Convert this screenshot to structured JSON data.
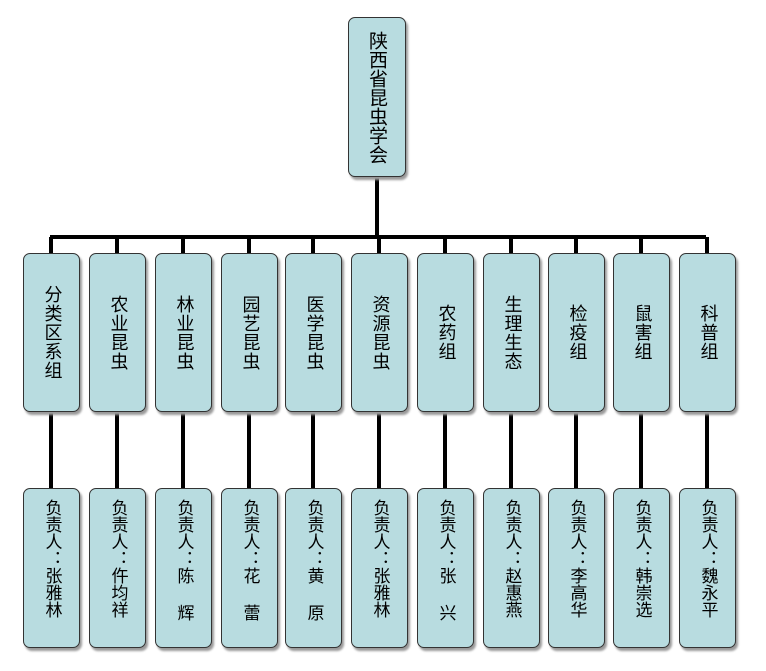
{
  "root": "陕西省昆虫学会",
  "groups": [
    {
      "name": "分类区系组",
      "manager": "负责人：张雅林"
    },
    {
      "name": "农业昆虫",
      "manager": "负责人：仵均祥"
    },
    {
      "name": "林业昆虫",
      "manager": "负责人：陈 辉"
    },
    {
      "name": "园艺昆虫",
      "manager": "负责人：花 蕾"
    },
    {
      "name": "医学昆虫",
      "manager": "负责人：黄 原"
    },
    {
      "name": "资源昆虫",
      "manager": "负责人：张雅林"
    },
    {
      "name": "农药组",
      "manager": "负责人：张 兴"
    },
    {
      "name": "生理生态",
      "manager": "负责人：赵惠燕"
    },
    {
      "name": "检疫组",
      "manager": "负责人：李高华"
    },
    {
      "name": "鼠害组",
      "manager": "负责人：韩崇选"
    },
    {
      "name": "科普组",
      "manager": "负责人：魏永平"
    }
  ],
  "colors": {
    "box_fill": "#b8dce0",
    "box_border": "#333333",
    "connector": "#000000"
  }
}
